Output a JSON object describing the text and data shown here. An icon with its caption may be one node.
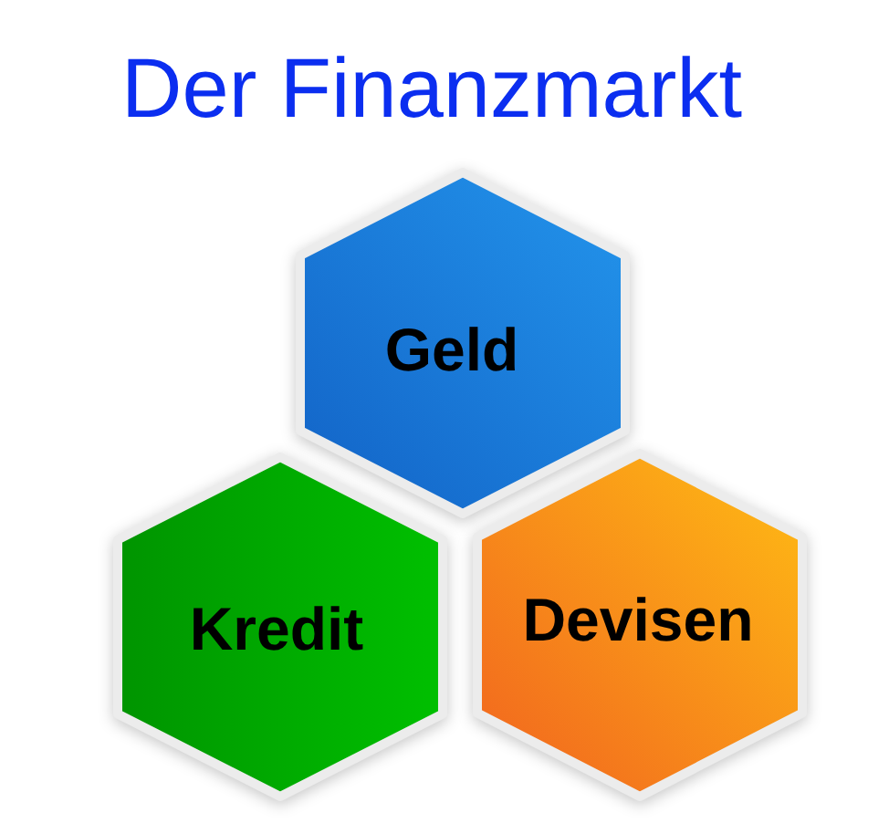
{
  "diagram": {
    "title": "Der Finanzmarkt",
    "nodes": [
      {
        "text": [
          "Geld"
        ]
      },
      {
        "text": [
          "Kredit"
        ]
      },
      {
        "text": [
          "Devisen"
        ]
      }
    ]
  }
}
